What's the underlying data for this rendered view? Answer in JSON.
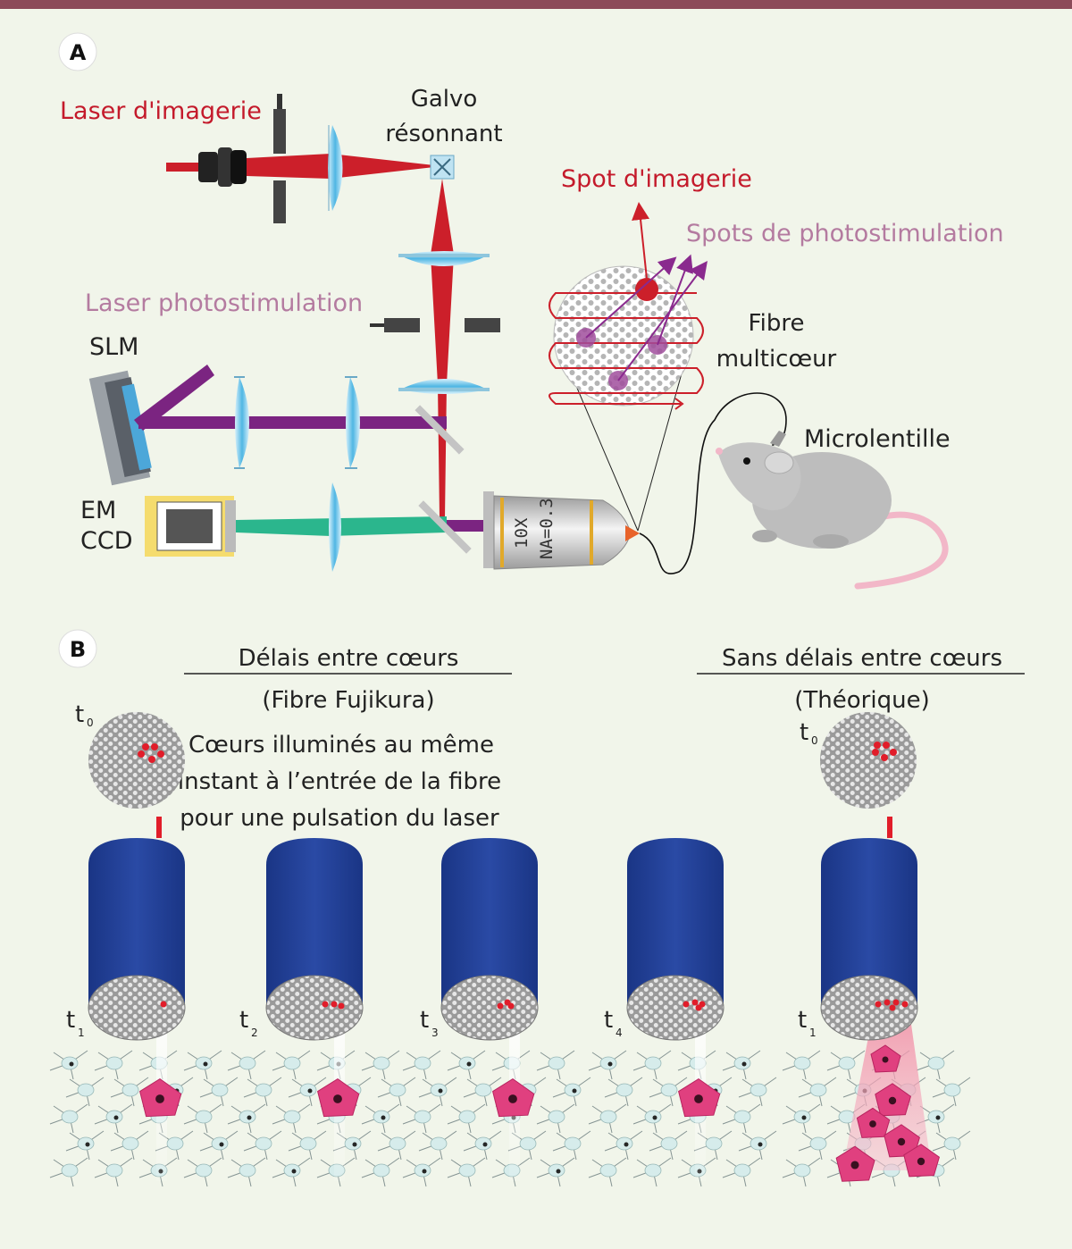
{
  "panel_a": {
    "badge": "A",
    "imaging_laser_label": "Laser d'imagerie",
    "galvo_label_line1": "Galvo",
    "galvo_label_line2": "résonnant",
    "imaging_spot_label": "Spot d'imagerie",
    "photostim_spots_label": "Spots de photostimulation",
    "photostim_laser_label": "Laser photostimulation",
    "slm_label": "SLM",
    "fiber_label_line1": "Fibre",
    "fiber_label_line2": "multicœur",
    "microlens_label": "Microlentille",
    "camera_label_line1": "EM",
    "camera_label_line2": "CCD",
    "objective_line1": "10X",
    "objective_line2": "NA=0.3"
  },
  "panel_b": {
    "badge": "B",
    "left_header": "Délais entre cœurs",
    "left_subheader": "(Fibre Fujikura)",
    "right_header": "Sans délais entre cœurs",
    "right_subheader": "(Théorique)",
    "note_line1": "Cœurs illuminés au même",
    "note_line2": "instant à l’entrée de la fibre",
    "note_line3": "pour une pulsation du laser",
    "t0_left": {
      "t": "t",
      "sub": "0"
    },
    "t0_right": {
      "t": "t",
      "sub": "0"
    },
    "time_labels": [
      {
        "t": "t",
        "sub": "1"
      },
      {
        "t": "t",
        "sub": "2"
      },
      {
        "t": "t",
        "sub": "3"
      },
      {
        "t": "t",
        "sub": "4"
      },
      {
        "t": "t",
        "sub": "1"
      }
    ]
  },
  "colors": {
    "imaging_laser": "#cc1f2a",
    "photostim_laser": "#7b2481",
    "emission": "#2bb68d",
    "fiber_body": "#1e3a8a",
    "label_red": "#c41a2b",
    "label_purple": "#b47ba0",
    "neuron_active": "#e0407f",
    "top_border": "#8c4a59"
  }
}
